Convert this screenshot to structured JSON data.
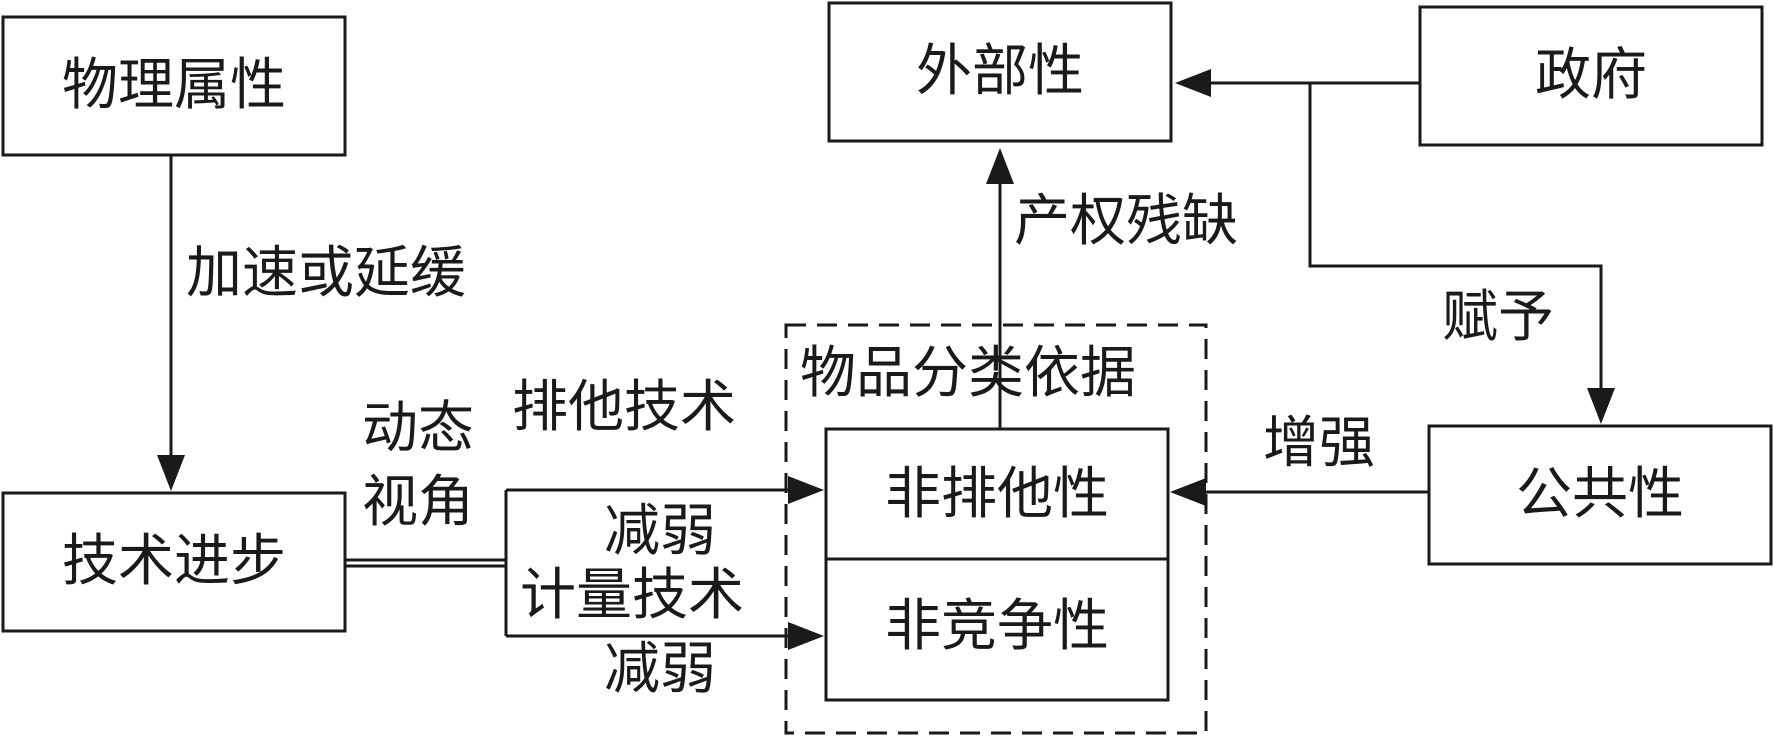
{
  "nodes": {
    "physical": "物理属性",
    "tech_progress": "技术进步",
    "externality": "外部性",
    "government": "政府",
    "publicness": "公共性",
    "classification_basis": "物品分类依据",
    "non_excludability": "非排他性",
    "non_rivalry": "非竞争性"
  },
  "edges": {
    "accelerate_or_delay": "加速或延缓",
    "dynamic_view_line1": "动态",
    "dynamic_view_line2": "视角",
    "exclusion_tech": "排他技术",
    "weaken_1": "减弱",
    "metering_tech": "计量技术",
    "weaken_2": "减弱",
    "incomplete_property_rights": "产权残缺",
    "endow": "赋予",
    "enhance": "增强"
  }
}
